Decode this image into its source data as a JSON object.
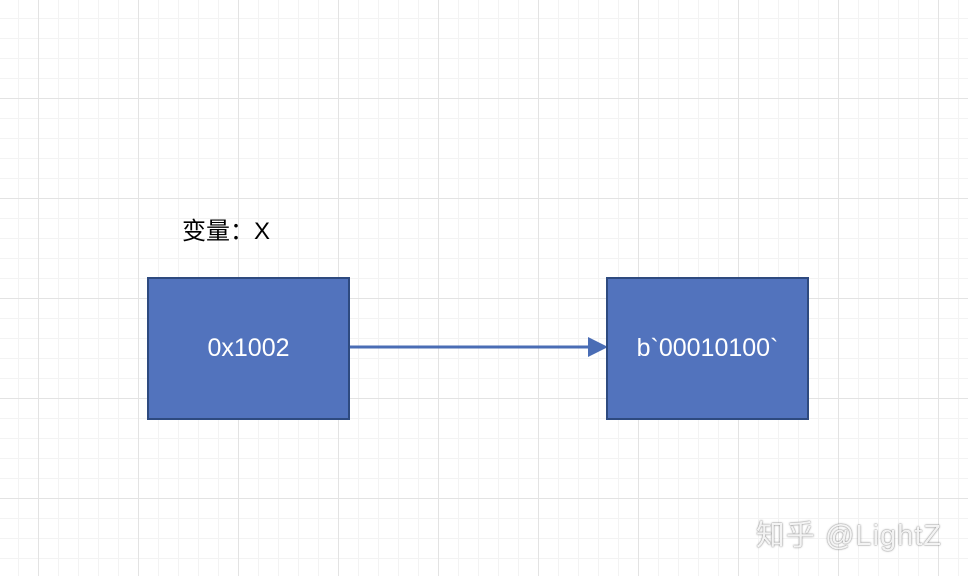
{
  "variable_label": "变量：X",
  "boxes": {
    "address": "0x1002",
    "value": "b`00010100`"
  },
  "watermark": "知乎 @LightZ",
  "colors": {
    "box_fill": "#5273bd",
    "box_border": "#2e4a7f",
    "arrow": "#4a6db5",
    "grid_major": "#e3e3e3",
    "grid_minor": "#f3f3f3"
  }
}
